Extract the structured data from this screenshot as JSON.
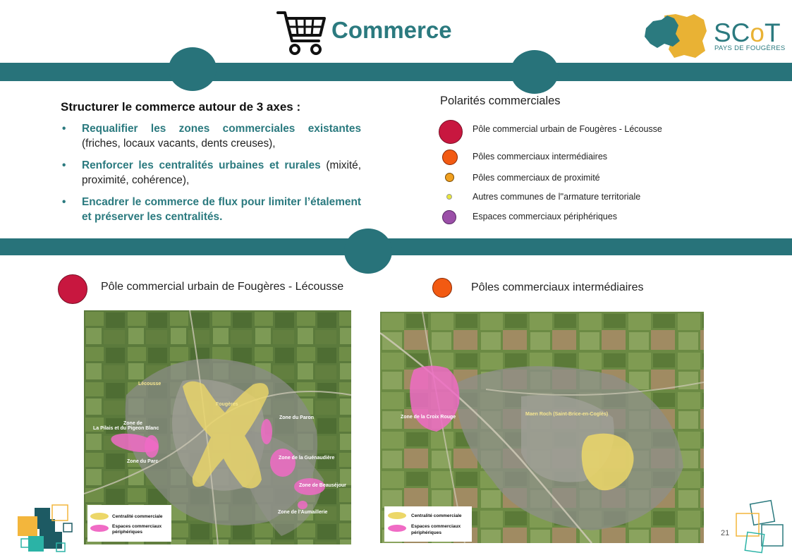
{
  "header": {
    "title": "Commerce",
    "logo_main_prefix": "SC",
    "logo_main_o": "o",
    "logo_main_suffix": "T",
    "logo_sub": "PAYS DE FOUGÈRES"
  },
  "left": {
    "heading": "Structurer le commerce autour de 3 axes :",
    "bullets": [
      {
        "strong": "Requalifier les zones commerciales existantes",
        "rest": " (friches, locaux vacants, dents creuses),"
      },
      {
        "strong": "Renforcer les centralités urbaines et rurales",
        "rest": " (mixité, proximité, cohérence),"
      },
      {
        "strong": "Encadrer le commerce de flux pour limiter l’étalement et préserver les centralités.",
        "rest": ""
      }
    ]
  },
  "legend": {
    "title": "Polarités commerciales",
    "items": [
      {
        "label": "Pôle commercial urbain de Fougères - Lécousse",
        "color": "#c8173f"
      },
      {
        "label": "Pôles commerciaux intermédiaires",
        "color": "#f25a12"
      },
      {
        "label": "Pôles commerciaux de proximité",
        "color": "#f0a020"
      },
      {
        "label": "Autres communes de l''armature territoriale",
        "color": "#e9e73a"
      },
      {
        "label": "Espaces commerciaux périphériques",
        "color": "#9b4fa8"
      }
    ]
  },
  "section_left": {
    "label": "Pôle commercial urbain de Fougères - Lécousse",
    "color": "#c8173f"
  },
  "section_right": {
    "label": "Pôles commerciaux intermédiaires",
    "color": "#f25a12"
  },
  "map_left": {
    "labels": {
      "lecousse": "Lécousse",
      "fougeres": "Fougères",
      "zone_pilais_1": "Zone de",
      "zone_pilais_2": "La Pilais et du Pigeon Blanc",
      "zone_parc": "Zone du Parc",
      "zone_paron": "Zone du Paron",
      "zone_guenaudiere": "Zone de la Guénaudière",
      "zone_beausejour": "Zone de Beauséjour",
      "zone_aumaillerie": "Zone de l’Aumaillerie"
    },
    "legend": {
      "centralite": "Centralité commerciale",
      "espaces_1": "Espaces commerciaux",
      "espaces_2": "périphériques"
    }
  },
  "map_right": {
    "labels": {
      "croix_rouge": "Zone de la Croix Rouge",
      "maen_roch": "Maen Roch (Saint-Brice-en-Coglès)"
    },
    "legend": {
      "centralite": "Centralité commerciale",
      "espaces_1": "Espaces commerciaux",
      "espaces_2": "périphériques"
    }
  },
  "colors": {
    "teal": "#28737a",
    "centralite": "#ecd768",
    "espaces": "#f06bc5",
    "accent": "#e9b234"
  },
  "page_number": "21"
}
